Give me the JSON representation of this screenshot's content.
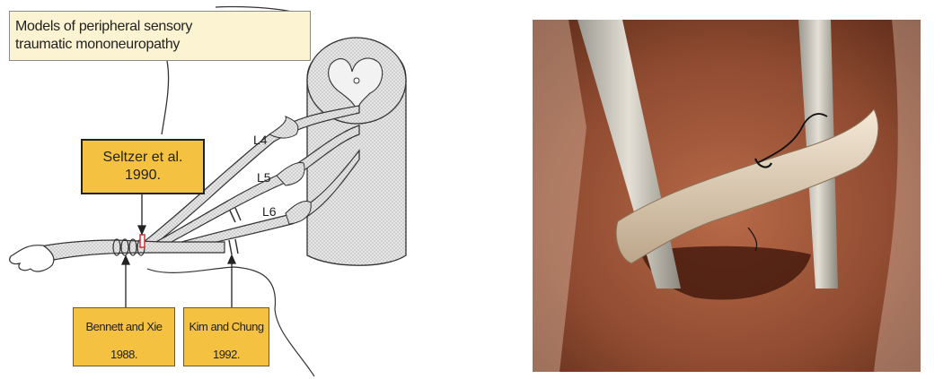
{
  "left_panel": {
    "title_lines": [
      "Models of peripheral sensory",
      "traumatic mononeuropathy"
    ],
    "spinal_nerve_labels": {
      "l4": "L4",
      "l5": "L5",
      "l6": "L6"
    },
    "boxes": {
      "seltzer": {
        "line1": "Seltzer et al.",
        "line2": "1990."
      },
      "bennett": {
        "line1": "Bennett and Xie",
        "line2": "1988."
      },
      "kim": {
        "line1": "Kim and Chung",
        "line2": "1992."
      }
    },
    "colors": {
      "box_fill": "#f4c240",
      "title_fill": "#fbf3d2",
      "lesion_marker": "#d03030"
    }
  },
  "right_panel": {
    "image": "surgical-photo-ligated-nerve"
  }
}
